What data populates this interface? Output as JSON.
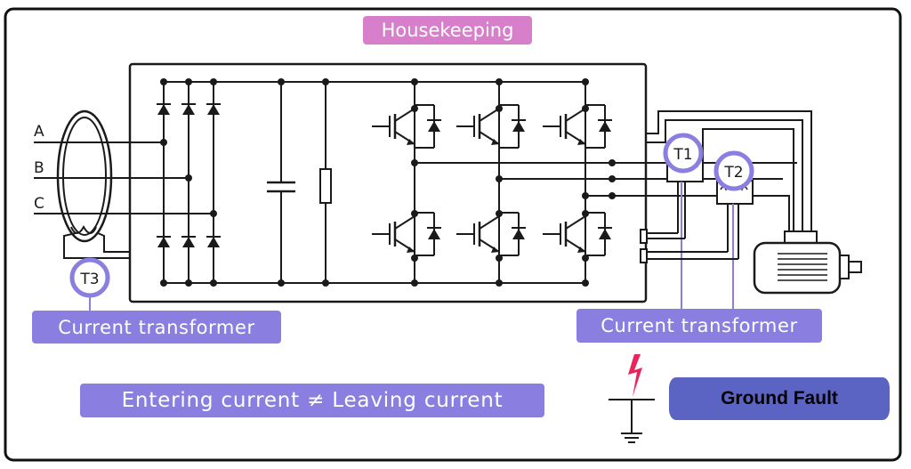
{
  "title": "Housekeeping",
  "phases": [
    "A",
    "B",
    "C"
  ],
  "transformers": [
    "T1",
    "T2",
    "T3"
  ],
  "labels": {
    "current_transformer_left": "Current transformer",
    "current_transformer_right": "Current transformer",
    "equation": "Entering current ≠ Leaving current",
    "ground_fault": "Ground Fault"
  },
  "colors": {
    "title_bg": "#d77fca",
    "label_bg": "#8a7fe0",
    "ground_fault_bg": "#5b63c3",
    "lightning": "#e8245a",
    "wire": "#1a1a1a"
  }
}
